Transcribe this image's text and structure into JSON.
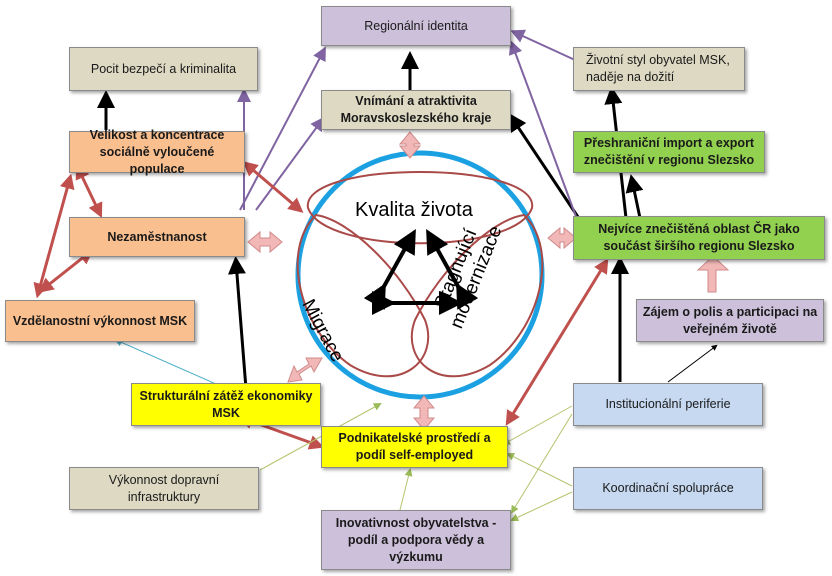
{
  "colors": {
    "khaki": "#ddd9c3",
    "lavender": "#ccc0da",
    "salmon": "#fabf8f",
    "green": "#92d050",
    "yellow": "#ffff00",
    "lightblue": "#c6d9f1",
    "ring": "#1ba1e2",
    "petal": "#c0504d"
  },
  "core": {
    "top": "Kvalita života",
    "left": "Migrace",
    "right": "Stagnující modernizace"
  },
  "boxes": {
    "regional_identity": "Regionální identita",
    "safety": "Pocit bezpečí a kriminalita",
    "lifestyle": "Životní styl obyvatel MSK, naděje na dožití",
    "perception": "Vnímání a atraktivita Moravskoslezského kraje",
    "excluded": "Velikost a koncentrace sociálně vyloučené populace",
    "crossborder": "Přeshraniční import a export znečištění v regionu Slezsko",
    "unemployment": "Nezaměstnanost",
    "polluted": "Nejvíce znečištěná oblast ČR jako součást širšího regionu Slezsko",
    "education": "Vzdělanostní výkonnost MSK",
    "polis": "Zájem o polis a participaci na veřejném životě",
    "structural": "Strukturální zátěž ekonomiky MSK",
    "institutional": "Institucionální periferie",
    "business": "Podnikatelské prostředí a podíl self-employed",
    "transport": "Výkonnost dopravní infrastruktury",
    "coordination": "Koordinační spolupráce",
    "innovation": "Inovativnost obyvatelstva - podíl a podpora vědy a výzkumu"
  }
}
